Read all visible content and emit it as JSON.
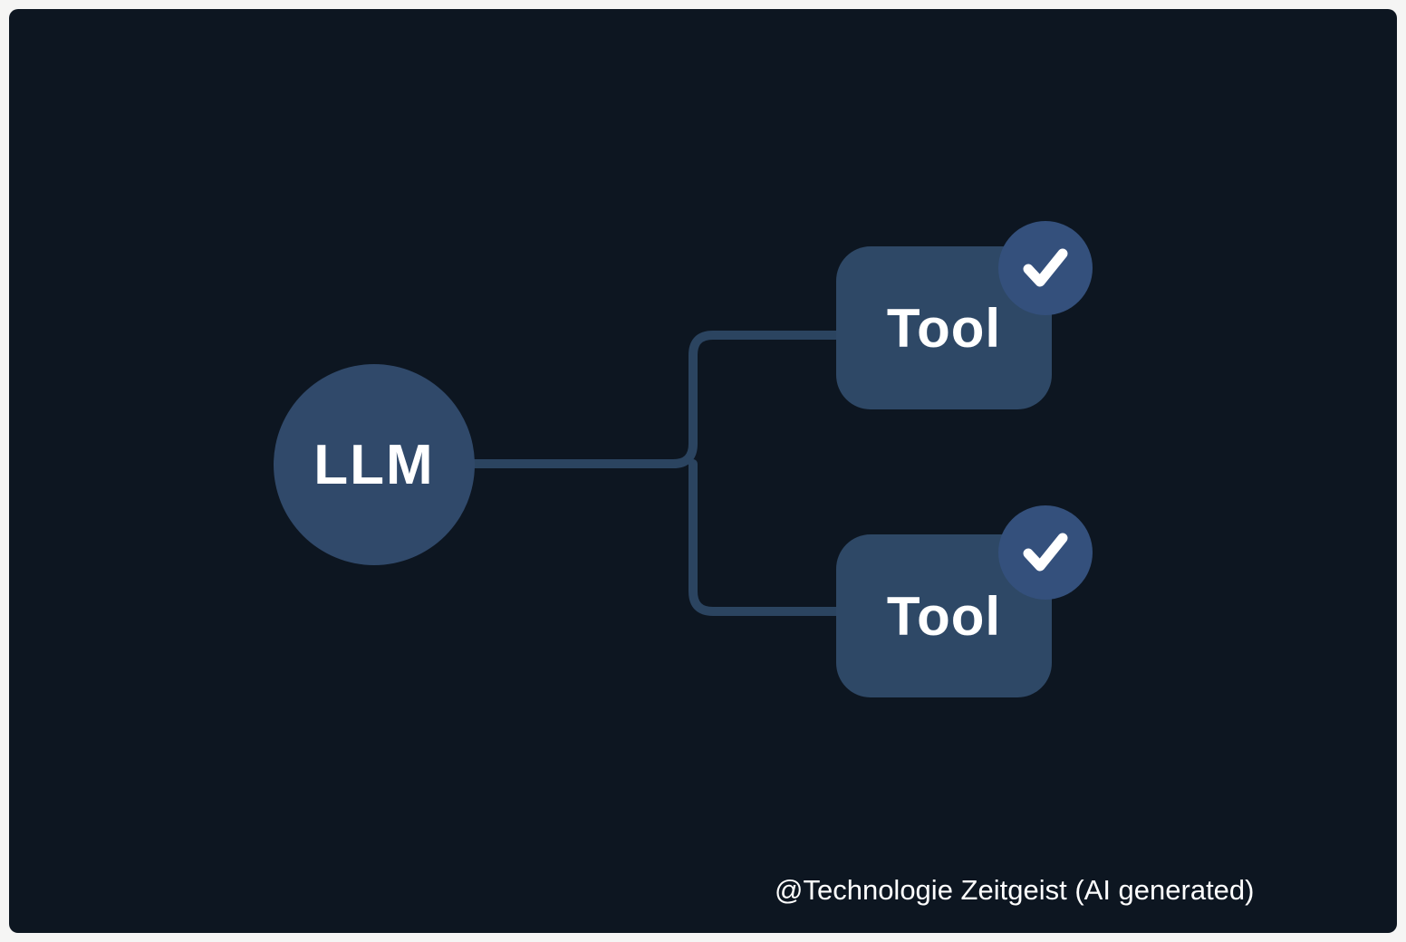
{
  "diagram": {
    "root_node": {
      "label": "LLM"
    },
    "tool_nodes": [
      {
        "label": "Tool",
        "status": "checked",
        "status_icon": "check-icon"
      },
      {
        "label": "Tool",
        "status": "checked",
        "status_icon": "check-icon"
      }
    ],
    "caption": "@Technologie Zeitgeist (AI generated)"
  },
  "colors": {
    "background": "#0d1621",
    "outer_frame": "#f5f5f4",
    "node_fill": "#2e4866",
    "llm_fill": "#30496a",
    "badge_fill": "#34507c",
    "connector": "#2b4460",
    "text": "#ffffff"
  }
}
